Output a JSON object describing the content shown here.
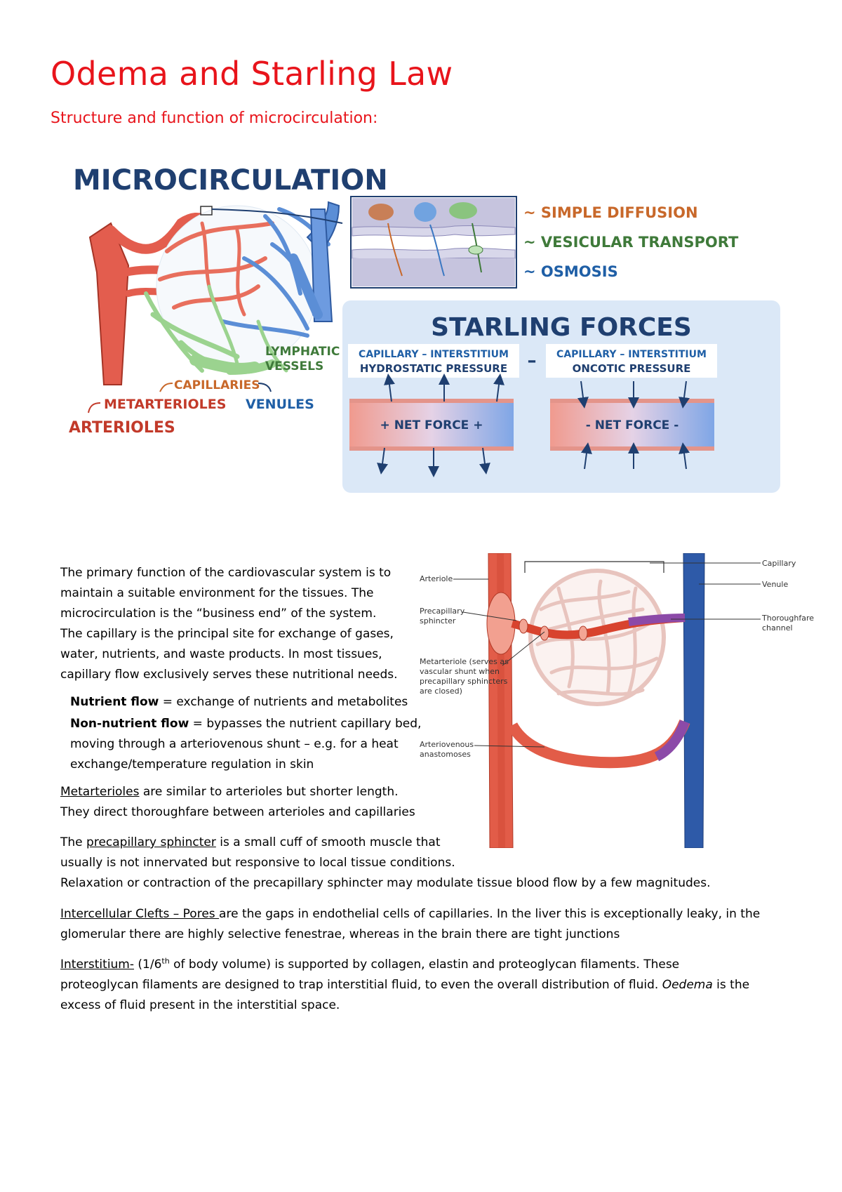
{
  "title": "Odema and Starling Law",
  "subtitle": "Structure and function of microcirculation:",
  "figure1": {
    "heading": "MICROCIRCULATION",
    "transport_list": [
      "~ SIMPLE DIFFUSION",
      "~ VESICULAR TRANSPORT",
      "~ OSMOSIS"
    ],
    "labels": {
      "lymphatic_line1": "LYMPHATIC",
      "lymphatic_line2": "VESSELS",
      "capillaries": "CAPILLARIES",
      "metarterioles": "METARTERIOLES",
      "venules": "VENULES",
      "arterioles": "ARTERIOLES"
    },
    "starling": {
      "heading": "STARLING FORCES",
      "left_line1": "CAPILLARY – INTERSTITIUM",
      "left_line2": "HYDROSTATIC PRESSURE",
      "minus": "–",
      "right_line1": "CAPILLARY – INTERSTITIUM",
      "right_line2": "ONCOTIC PRESSURE",
      "left_vessel": "+ NET FORCE +",
      "right_vessel": "- NET FORCE -"
    },
    "colors": {
      "orange": "#c8682a",
      "green": "#3f7a3a",
      "navy": "#1f3f70",
      "red": "#c23a2a"
    }
  },
  "figure2": {
    "labels": {
      "arteriole": "Arteriole",
      "precapillary_l1": "Precapillary",
      "precapillary_l2": "sphincter",
      "metarteriole_l1": "Metarteriole (serves as",
      "metarteriole_l2": "vascular shunt when",
      "metarteriole_l3": "precapillary sphincters",
      "metarteriole_l4": "are closed)",
      "av_l1": "Arteriovenous",
      "av_l2": "anastomoses",
      "capillary": "Capillary",
      "venule": "Venule",
      "thoroughfare_l1": "Thoroughfare",
      "thoroughfare_l2": "channel"
    }
  },
  "para1": {
    "l1": "The primary function of the cardiovascular system is to",
    "l2": "maintain a suitable environment for the tissues. The",
    "l3": "microcirculation is the “business end” of the system.",
    "l4": "The capillary is the principal site for exchange of gases,",
    "l5": "water, nutrients, and waste products. In most tissues,",
    "l6": "capillary flow exclusively serves these nutritional needs."
  },
  "nutrient": {
    "term": "Nutrient flow",
    "def": " = exchange of nutrients and metabolites"
  },
  "non_nutrient": {
    "term": "Non-nutrient flow",
    "def": " = bypasses the nutrient capillary bed,",
    "l2": "moving through a arteriovenous shunt – e.g. for a heat",
    "l3": "exchange/temperature regulation in skin"
  },
  "metarterioles": {
    "term": "Metarterioles",
    "rest": " are similar to arterioles but shorter length.",
    "l2": "They direct thoroughfare between arterioles and capillaries"
  },
  "precap": {
    "pre": "The ",
    "term": "precapillary sphincter",
    "rest": " is a small cuff of smooth muscle that",
    "l2": "usually is not innervated but responsive to local tissue conditions.",
    "l3": "Relaxation or contraction of the precapillary sphincter may modulate tissue blood flow by a few magnitudes."
  },
  "clefts": {
    "term": "Intercellular Clefts – Pores ",
    "rest": "are the gaps in endothelial cells of capillaries. In the liver this is exceptionally leaky, in the",
    "l2": "glomerular there are highly selective fenestrae, whereas in the brain there are tight junctions"
  },
  "interstitium": {
    "term": "Interstitium-",
    "pre": " (1/6",
    "sup": "th",
    "rest": " of body volume) is supported by collagen, elastin and proteoglycan filaments. These",
    "l2": "proteoglycan filaments are designed to trap interstitial fluid, to even the overall distribution of fluid. ",
    "oedema": "Oedema",
    "l2b": " is the",
    "l3": "excess of fluid present in the interstitial space."
  }
}
